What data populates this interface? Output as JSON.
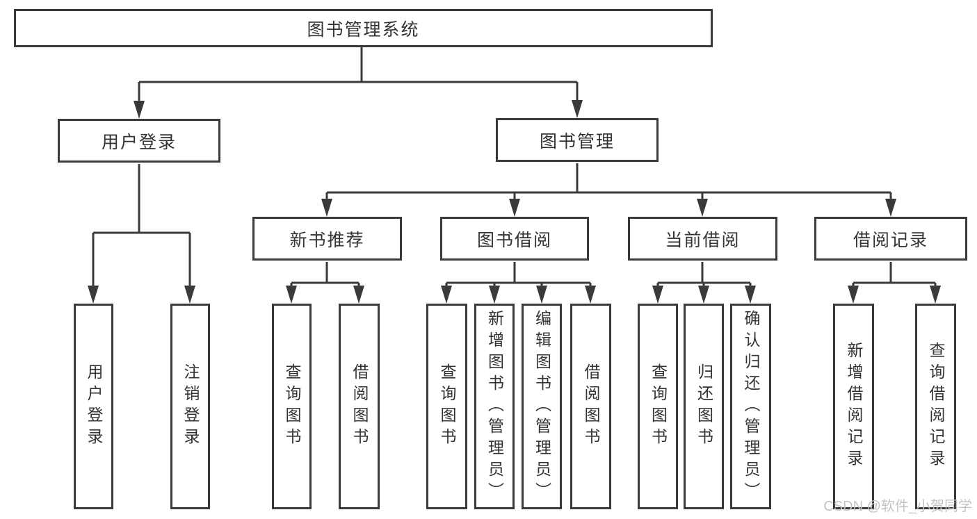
{
  "diagram": {
    "root": "图书管理系统",
    "level2": [
      {
        "label": "用户登录"
      },
      {
        "label": "图书管理"
      }
    ],
    "level3": [
      {
        "label": "新书推荐"
      },
      {
        "label": "图书借阅"
      },
      {
        "label": "当前借阅"
      },
      {
        "label": "借阅记录"
      }
    ],
    "leaves": {
      "user_login": [
        "用户登录",
        "注销登录"
      ],
      "new_books": [
        "查询图书",
        "借阅图书"
      ],
      "book_borrow": [
        "查询图书",
        "新增图书（管理员）",
        "编辑图书（管理员）",
        "借阅图书"
      ],
      "current_borrow": [
        "查询图书",
        "归还图书",
        "确认归还（管理员）"
      ],
      "borrow_records": [
        "新增借阅记录",
        "查询借阅记录"
      ]
    }
  },
  "watermark": {
    "text": "CSDN @软件_小贺同学"
  },
  "colors": {
    "line": "#3a3a3a",
    "box_border": "#3a3a3a",
    "text": "#333333",
    "watermark": "#c4c4c4",
    "background": "#ffffff"
  }
}
